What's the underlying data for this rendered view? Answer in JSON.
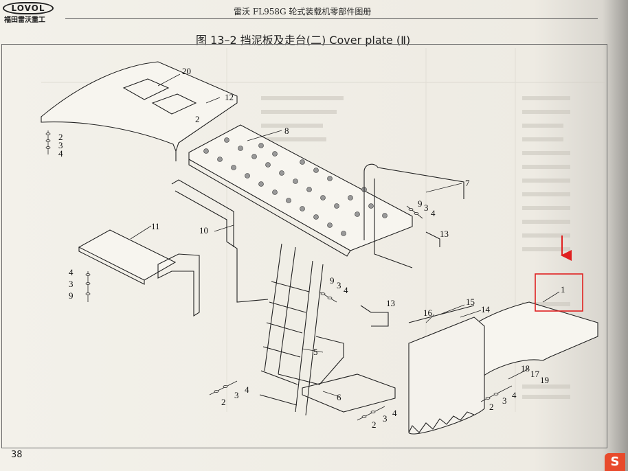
{
  "header": {
    "logo_text": "LOVOL",
    "logo_subtext": "福田雷沃重工",
    "title": "雷沃 FL958G 轮式装载机零部件图册"
  },
  "figure": {
    "title": "图 13–2   挡泥板及走台(二)  Cover plate (Ⅱ)"
  },
  "callouts": [
    "20",
    "12",
    "2",
    "3",
    "4",
    "2",
    "8",
    "7",
    "9",
    "3",
    "4",
    "13",
    "11",
    "10",
    "4",
    "3",
    "9",
    "9",
    "3",
    "4",
    "13",
    "15",
    "14",
    "16",
    "1",
    "5",
    "6",
    "18",
    "17",
    "19",
    "2",
    "3",
    "4",
    "2",
    "3",
    "4",
    "2",
    "3",
    "4"
  ],
  "annotation": {
    "color": "#e02020"
  },
  "footer": {
    "page_number": "38",
    "corner_mark": "S"
  }
}
